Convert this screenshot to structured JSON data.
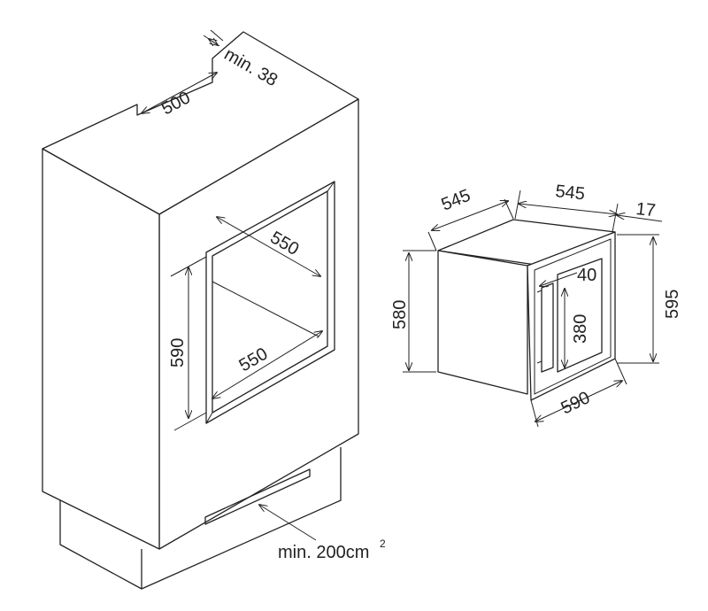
{
  "niche": {
    "depth_top": "500",
    "gap_top": "min. 38",
    "opening_diagonal": "550",
    "opening_width": "550",
    "opening_height": "590",
    "vent_area": "min. 200cm",
    "vent_area_sup": "2"
  },
  "appliance": {
    "depth_left": "545",
    "depth_top": "545",
    "door_thickness": "17",
    "body_height": "580",
    "total_height": "595",
    "handle_offset": "40",
    "handle_length": "380",
    "front_width": "590"
  },
  "colors": {
    "line": "#222222",
    "background": "#ffffff"
  }
}
